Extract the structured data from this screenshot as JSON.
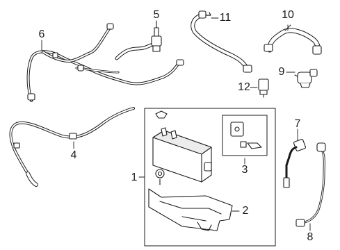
{
  "diagram": {
    "callouts": [
      {
        "id": "c1",
        "label": "1"
      },
      {
        "id": "c2",
        "label": "2"
      },
      {
        "id": "c3",
        "label": "3"
      },
      {
        "id": "c4",
        "label": "4"
      },
      {
        "id": "c5",
        "label": "5"
      },
      {
        "id": "c6",
        "label": "6"
      },
      {
        "id": "c7",
        "label": "7"
      },
      {
        "id": "c8",
        "label": "8"
      },
      {
        "id": "c9",
        "label": "9"
      },
      {
        "id": "c10",
        "label": "10"
      },
      {
        "id": "c11",
        "label": "11"
      },
      {
        "id": "c12",
        "label": "12"
      }
    ],
    "colors": {
      "line": "#1a1a1a",
      "fill": "#ffffff",
      "shade": "#d9d9d9"
    }
  }
}
